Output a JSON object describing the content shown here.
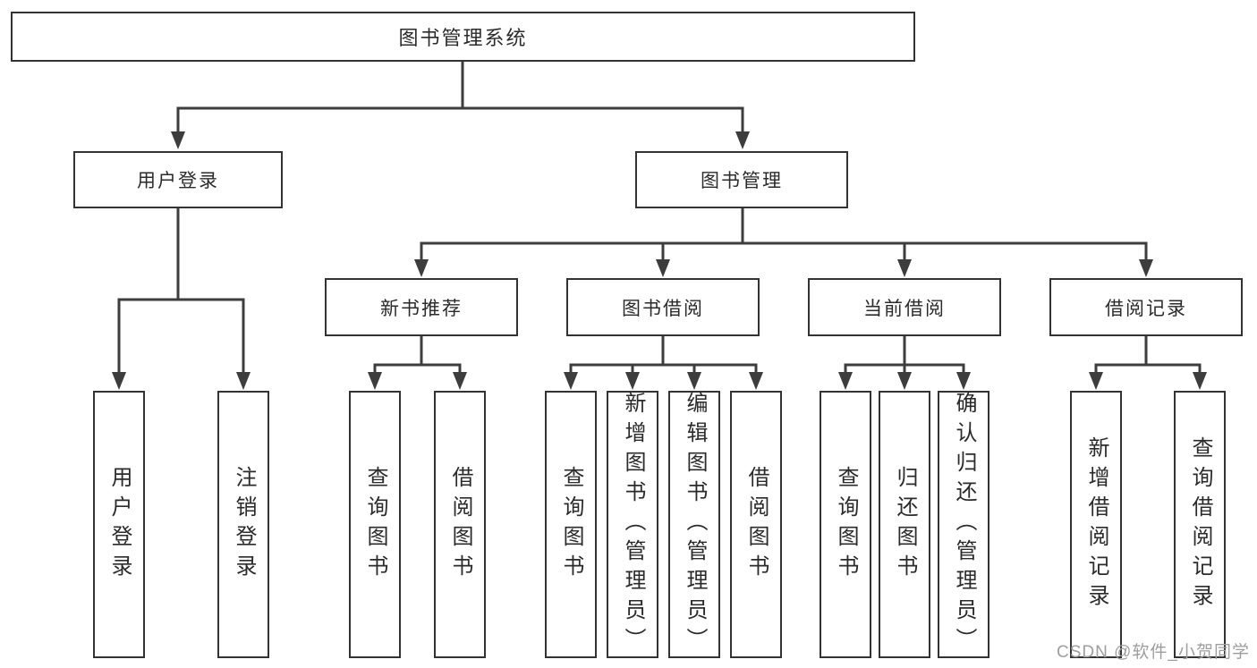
{
  "colors": {
    "line": "#3d3d3d",
    "border": "#333333",
    "text": "#2b2b2b",
    "watermark": "#9e9e9e",
    "background": "#ffffff"
  },
  "watermark": "CSDN @软件_小贺同学",
  "tree": {
    "root": "图书管理系统",
    "level2": [
      {
        "label": "用户登录",
        "leaves": [
          "用户登录",
          "注销登录"
        ]
      },
      {
        "label": "图书管理",
        "groups": [
          {
            "label": "新书推荐",
            "leaves": [
              "查询图书",
              "借阅图书"
            ]
          },
          {
            "label": "图书借阅",
            "leaves": [
              "查询图书",
              "新增图书（管理员）",
              "编辑图书（管理员）",
              "借阅图书"
            ]
          },
          {
            "label": "当前借阅",
            "leaves": [
              "查询图书",
              "归还图书",
              "确认归还（管理员）"
            ]
          },
          {
            "label": "借阅记录",
            "leaves": [
              "新增借阅记录",
              "查询借阅记录"
            ]
          }
        ]
      }
    ]
  }
}
